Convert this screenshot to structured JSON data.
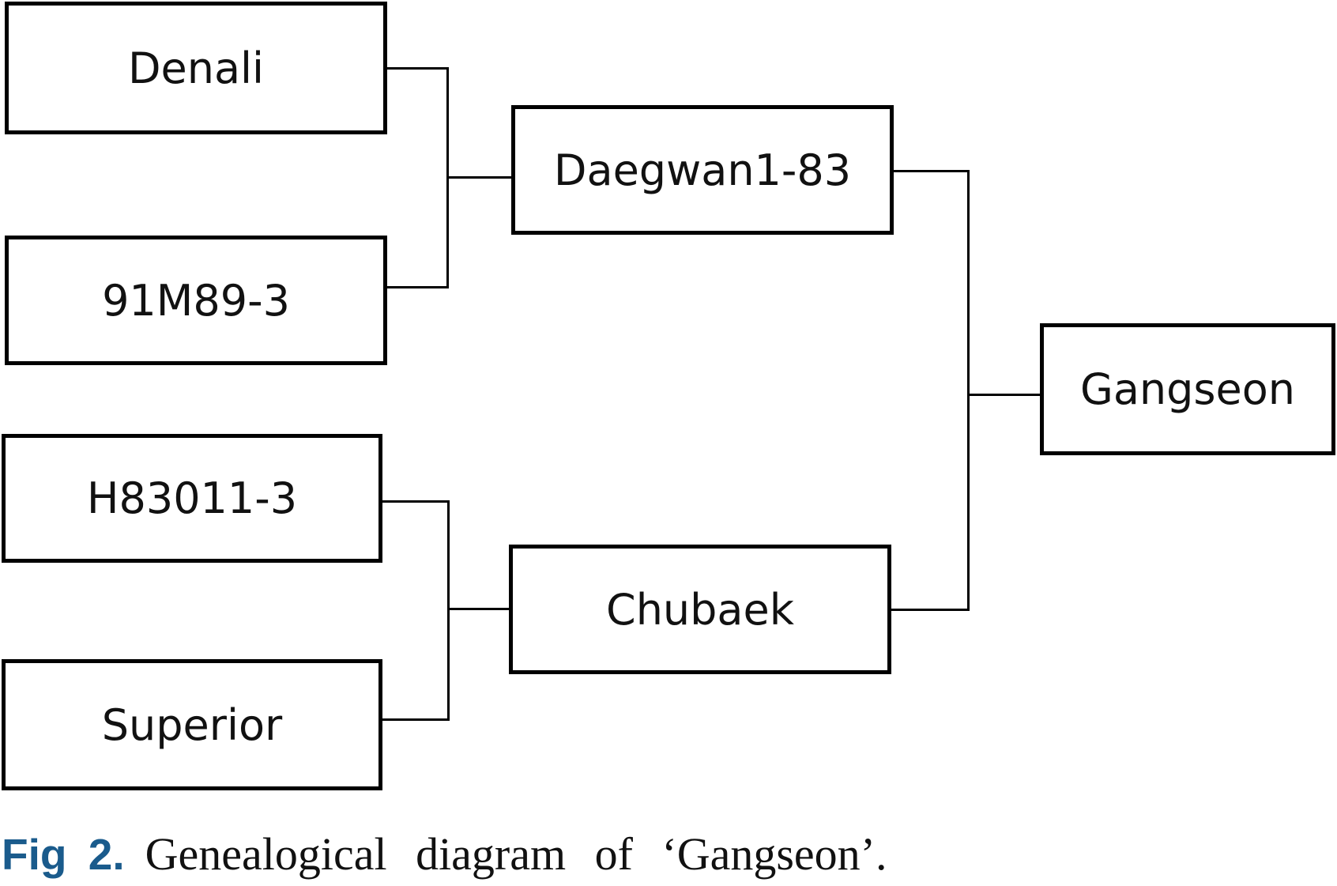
{
  "diagram": {
    "parents": {
      "denali": "Denali",
      "line_91m89": "91M89-3",
      "h83011": "H83011-3",
      "superior": "Superior"
    },
    "intermediates": {
      "daegwan": "Daegwan1-83",
      "chubaek": "Chubaek"
    },
    "cultivar": "Gangseon"
  },
  "caption": {
    "label": "Fig 2.",
    "text": "Genealogical diagram of ‘Gangseon’."
  }
}
